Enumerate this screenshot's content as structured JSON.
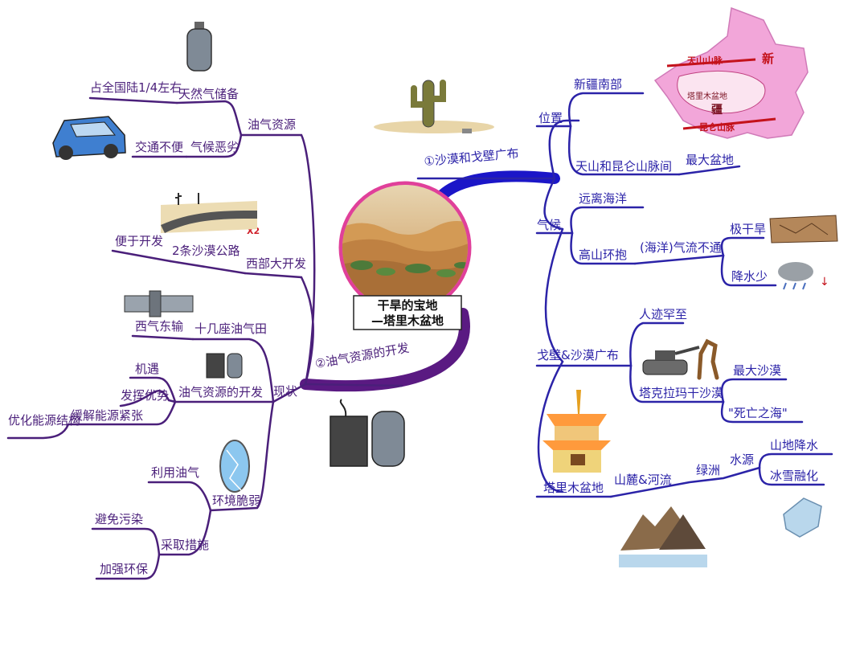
{
  "center": {
    "title_line1": "干旱的宝地",
    "title_line2": "—塔里木盆地"
  },
  "branch1": {
    "label": "①沙漠和戈壁广布",
    "location": {
      "label": "位置",
      "south_xinjiang": "新疆南部",
      "between_ranges": "天山和昆仑山脉间",
      "largest_basin": "最大盆地"
    },
    "climate": {
      "label": "气候",
      "far_from_ocean": "远离海洋",
      "mountains_surround": "高山环抱",
      "ocean_air_blocked": "(海洋)气流不通",
      "very_dry": "极干旱",
      "little_rain": "降水少"
    },
    "desert": {
      "label": "戈壁&沙漠广布",
      "sparse_people": "人迹罕至",
      "taklamakan": "塔克拉玛干沙漠",
      "largest_desert": "最大沙漠",
      "sea_of_death": "\"死亡之海\""
    },
    "basin": {
      "label": "塔里木盆地",
      "piedmont_rivers": "山麓&河流",
      "oasis": "绿洲",
      "water_source": "水源",
      "mountain_rain": "山地降水",
      "snowmelt": "冰雪融化"
    },
    "map": {
      "tianshan": "天山山脉",
      "kunlun": "昆仑山脉",
      "basin": "塔里木盆地",
      "xin": "新",
      "jiang": "疆"
    }
  },
  "branch2": {
    "label": "②油气资源的开发",
    "resources": {
      "label": "油气资源",
      "gas_reserve": "天然气储备",
      "quarter_national": "占全国陆1/4左右",
      "inconvenient_transport": "交通不便",
      "cover_deserts": "气候恶劣"
    },
    "roads": {
      "west_development": "西部大开发",
      "two_desert_roads": "2条沙漠公路",
      "convenient_development": "便于开发",
      "badge": "X2"
    },
    "present": {
      "label": "现状",
      "fields": "十几座油气田",
      "west_east_gas": "西气东输",
      "oil_dev": "油气资源的开发",
      "opportunity": "机遇",
      "advantages": "发挥优势",
      "ease_shortage": "缓解能源紧张",
      "optimize_structure": "优化能源结构",
      "fragile_env": "环境脆弱",
      "use_gas": "利用油气",
      "take_measures": "采取措施",
      "avoid_pollution": "避免污染",
      "protect_env": "加强环保"
    }
  },
  "colors": {
    "blue": "#2b23a8",
    "purple": "#5a1f84",
    "ring": "#e0409a"
  }
}
